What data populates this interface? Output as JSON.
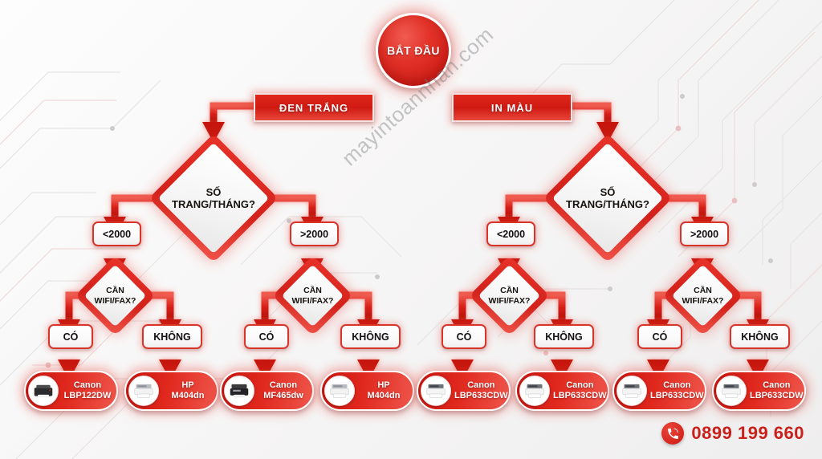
{
  "meta": {
    "watermark": "mayintoannhan.com",
    "accent_red": "#e0281e",
    "accent_dark_red": "#c8150f",
    "background": "#f7f6f6"
  },
  "start": {
    "label": "BẮT ĐẦU"
  },
  "branches": [
    {
      "id": "bw",
      "label": "ĐEN TRẮNG"
    },
    {
      "id": "color",
      "label": "IN MÀU"
    }
  ],
  "decisions": {
    "volume": {
      "line1": "SỐ",
      "line2": "TRANG/THÁNG?"
    },
    "wifi": {
      "line1": "CẦN",
      "line2": "WIFI/FAX?"
    }
  },
  "volume_options": [
    {
      "label": "<2000"
    },
    {
      "label": ">2000"
    }
  ],
  "yes_no": [
    {
      "label": "CÓ"
    },
    {
      "label": "KHÔNG"
    }
  ],
  "tags": {
    "bw_low": "<2000",
    "bw_high": ">2000",
    "color_low": "<2000",
    "color_high": ">2000",
    "yes": "CÓ",
    "no": "KHÔNG"
  },
  "products": [
    {
      "brand": "Canon",
      "model": "LBP122DW",
      "icon": "printer-dark-icon"
    },
    {
      "brand": "HP",
      "model": "M404dn",
      "icon": "printer-white-icon"
    },
    {
      "brand": "Canon",
      "model": "MF465dw",
      "icon": "printer-dark-icon"
    },
    {
      "brand": "HP",
      "model": "M404dn",
      "icon": "printer-white-icon"
    },
    {
      "brand": "Canon",
      "model": "LBP633CDW",
      "icon": "printer-white-icon"
    },
    {
      "brand": "Canon",
      "model": "LBP633CDW",
      "icon": "printer-white-icon"
    },
    {
      "brand": "Canon",
      "model": "LBP633CDW",
      "icon": "printer-white-icon"
    },
    {
      "brand": "Canon",
      "model": "LBP633CDW",
      "icon": "printer-white-icon"
    }
  ],
  "contact": {
    "phone": "0899 199 660",
    "icon": "phone-icon"
  }
}
